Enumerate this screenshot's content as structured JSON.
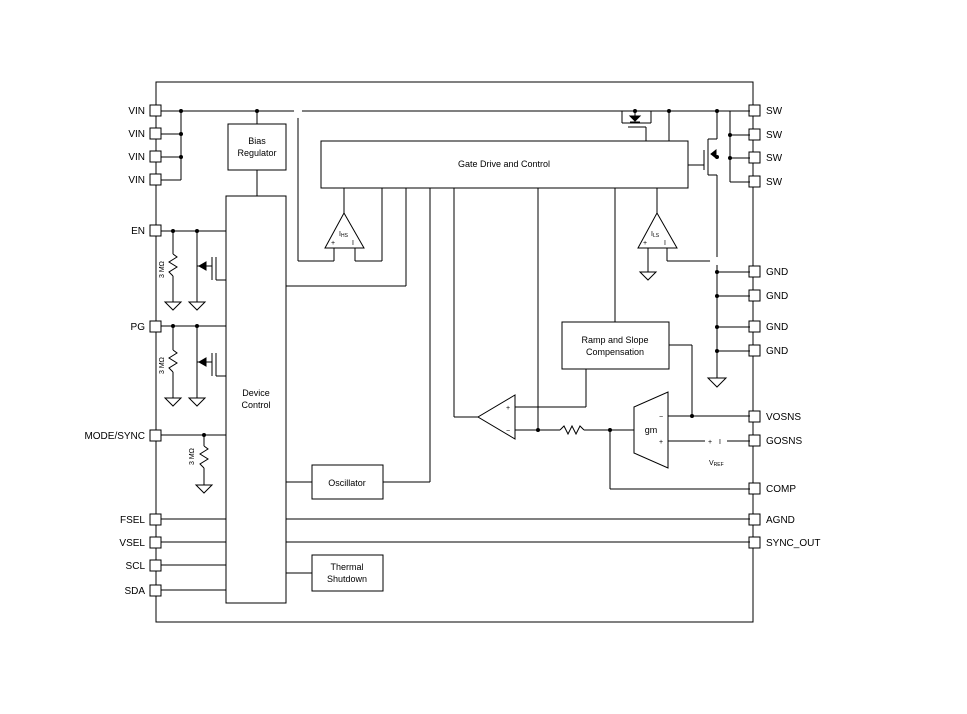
{
  "left_pins": {
    "vin1": "VIN",
    "vin2": "VIN",
    "vin3": "VIN",
    "vin4": "VIN",
    "en": "EN",
    "pg": "PG",
    "mode_sync": "MODE/SYNC",
    "fsel": "FSEL",
    "vsel": "VSEL",
    "scl": "SCL",
    "sda": "SDA"
  },
  "right_pins": {
    "sw1": "SW",
    "sw2": "SW",
    "sw3": "SW",
    "sw4": "SW",
    "gnd1": "GND",
    "gnd2": "GND",
    "gnd3": "GND",
    "gnd4": "GND",
    "vosns": "VOSNS",
    "gosns": "GOSNS",
    "comp": "COMP",
    "agnd": "AGND",
    "sync_out": "SYNC_OUT"
  },
  "blocks": {
    "bias_line1": "Bias",
    "bias_line2": "Regulator",
    "gate_drive": "Gate Drive and Control",
    "device_line1": "Device",
    "device_line2": "Control",
    "ramp_line1": "Ramp and Slope",
    "ramp_line2": "Compensation",
    "oscillator": "Oscillator",
    "thermal_line1": "Thermal",
    "thermal_line2": "Shutdown"
  },
  "components": {
    "ihs": "I",
    "ihs_sub": "HS",
    "ils": "I",
    "ils_sub": "LS",
    "gm": "gm",
    "vref": "V",
    "vref_sub": "REF",
    "res1": "3 MΩ",
    "res2": "3 MΩ",
    "res3": "3 MΩ",
    "plus": "+",
    "minus": "−",
    "bar": "I"
  }
}
